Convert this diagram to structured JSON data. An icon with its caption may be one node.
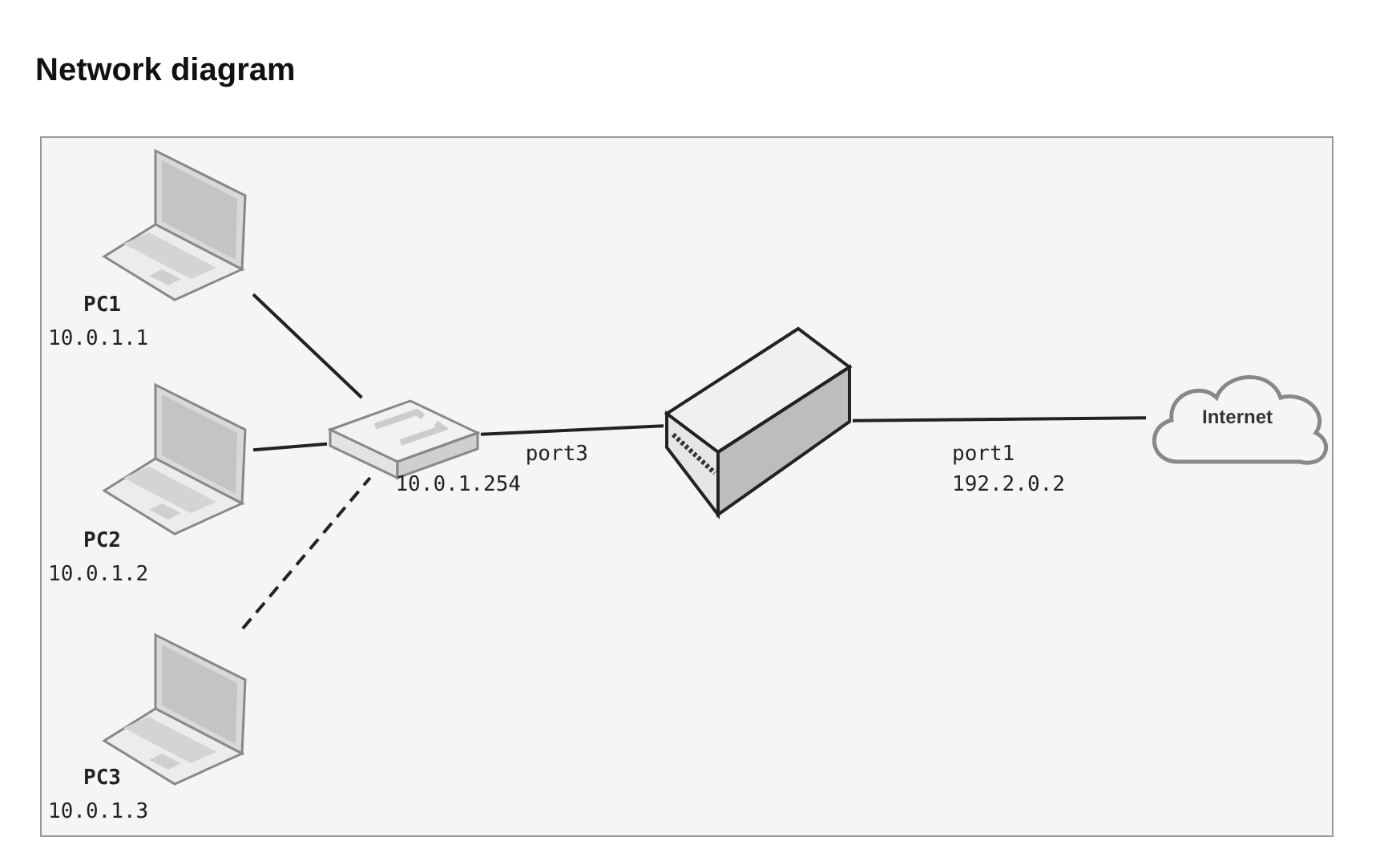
{
  "diagram": {
    "title": "Network diagram",
    "nodes": [
      {
        "text": [],
        "shape": "laptop",
        "beside": [
          "PC1",
          "10.0.1.1"
        ]
      },
      {
        "text": [],
        "shape": "laptop",
        "beside": [
          "PC2",
          "10.0.1.2"
        ]
      },
      {
        "text": [],
        "shape": "laptop",
        "beside": [
          "PC3",
          "10.0.1.3"
        ]
      },
      {
        "text": [],
        "shape": "switch"
      },
      {
        "text": [],
        "shape": "firewall",
        "beside": [
          "port3",
          "10.0.1.254",
          "port1",
          "192.2.0.2"
        ]
      },
      {
        "text": [
          "Internet"
        ]
      }
    ],
    "edges": [
      {
        "from": 0,
        "to": 3,
        "arrow": "none"
      },
      {
        "from": 1,
        "to": 3,
        "arrow": "none"
      },
      {
        "from": 2,
        "to": 3,
        "arrow": "none",
        "style": "dashed"
      },
      {
        "from": 3,
        "to": 4,
        "arrow": "none"
      },
      {
        "from": 4,
        "to": 5,
        "arrow": "none"
      }
    ]
  }
}
